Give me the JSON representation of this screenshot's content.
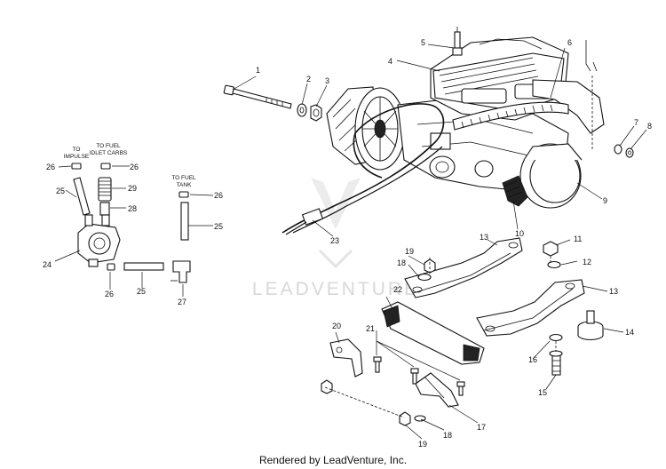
{
  "watermark": "LEADVENTURE",
  "footer": "Rendered by LeadVenture, Inc.",
  "labels": {
    "to_impulse": [
      "TO",
      "IMPULSE"
    ],
    "to_fuel_idlet_carbs": [
      "TO FUEL",
      "IDLET CARBS"
    ],
    "to_fuel_tank": [
      "TO FUEL",
      "TANK"
    ]
  },
  "callouts": [
    {
      "id": "c1",
      "text": "1"
    },
    {
      "id": "c2",
      "text": "2"
    },
    {
      "id": "c3",
      "text": "3"
    },
    {
      "id": "c4",
      "text": "4"
    },
    {
      "id": "c5",
      "text": "5"
    },
    {
      "id": "c6",
      "text": "6"
    },
    {
      "id": "c7",
      "text": "7"
    },
    {
      "id": "c8",
      "text": "8"
    },
    {
      "id": "c9",
      "text": "9"
    },
    {
      "id": "c10",
      "text": "10"
    },
    {
      "id": "c11",
      "text": "11"
    },
    {
      "id": "c12",
      "text": "12"
    },
    {
      "id": "c13a",
      "text": "13"
    },
    {
      "id": "c13b",
      "text": "13"
    },
    {
      "id": "c14",
      "text": "14"
    },
    {
      "id": "c15",
      "text": "15"
    },
    {
      "id": "c16",
      "text": "16"
    },
    {
      "id": "c17",
      "text": "17"
    },
    {
      "id": "c18a",
      "text": "18"
    },
    {
      "id": "c18b",
      "text": "18"
    },
    {
      "id": "c19a",
      "text": "19"
    },
    {
      "id": "c19b",
      "text": "19"
    },
    {
      "id": "c20",
      "text": "20"
    },
    {
      "id": "c21",
      "text": "21"
    },
    {
      "id": "c22",
      "text": "22"
    },
    {
      "id": "c23",
      "text": "23"
    },
    {
      "id": "c24",
      "text": "24"
    },
    {
      "id": "c25a",
      "text": "25"
    },
    {
      "id": "c25b",
      "text": "25"
    },
    {
      "id": "c25c",
      "text": "25"
    },
    {
      "id": "c26a",
      "text": "26"
    },
    {
      "id": "c26b",
      "text": "26"
    },
    {
      "id": "c26c",
      "text": "26"
    },
    {
      "id": "c26d",
      "text": "26"
    },
    {
      "id": "c27",
      "text": "27"
    },
    {
      "id": "c28",
      "text": "28"
    },
    {
      "id": "c29",
      "text": "29"
    }
  ]
}
